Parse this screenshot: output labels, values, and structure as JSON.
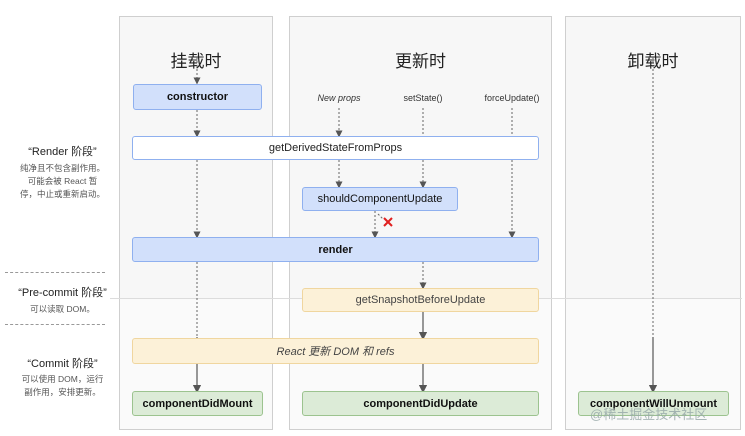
{
  "columns": {
    "mount": "挂载时",
    "update": "更新时",
    "unmount": "卸载时"
  },
  "phases": {
    "render": {
      "title": "“Render 阶段”",
      "desc": [
        "纯净且不包含副作用。",
        "可能会被 React 暂",
        "停，中止或重新启动。"
      ]
    },
    "precommit": {
      "title": "“Pre-commit 阶段”",
      "desc": [
        "可以读取 DOM。"
      ]
    },
    "commit": {
      "title": "“Commit 阶段”",
      "desc": [
        "可以使用 DOM，运行",
        "副作用，安排更新。"
      ]
    }
  },
  "triggers": {
    "new_props": "New props",
    "set_state": "setState()",
    "force_update": "forceUpdate()"
  },
  "methods": {
    "constructor": "constructor",
    "get_derived": "getDerivedStateFromProps",
    "should_update": "shouldComponentUpdate",
    "render": "render",
    "get_snapshot": "getSnapshotBeforeUpdate",
    "react_update_dom": "React 更新 DOM 和 refs",
    "did_mount": "componentDidMount",
    "did_update": "componentDidUpdate",
    "will_unmount": "componentWillUnmount"
  },
  "watermark": "@稀土掘金技术社区",
  "colors": {
    "blue": "#d2e0fb",
    "yellow": "#fcf1d8",
    "green": "#dcebd7",
    "cancel_x": "#e02020"
  }
}
